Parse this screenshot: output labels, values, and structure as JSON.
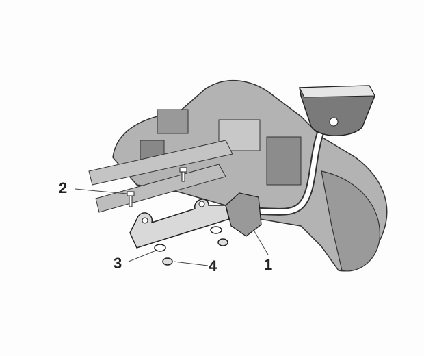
{
  "callouts": [
    {
      "id": "1",
      "label": "1"
    },
    {
      "id": "2",
      "label": "2"
    },
    {
      "id": "3",
      "label": "3"
    },
    {
      "id": "4",
      "label": "4"
    }
  ],
  "colors": {
    "body_gray": "#a9a9a9",
    "dark_gray": "#6e6e6e",
    "light_gray": "#d4d4d4",
    "line": "#222222"
  }
}
